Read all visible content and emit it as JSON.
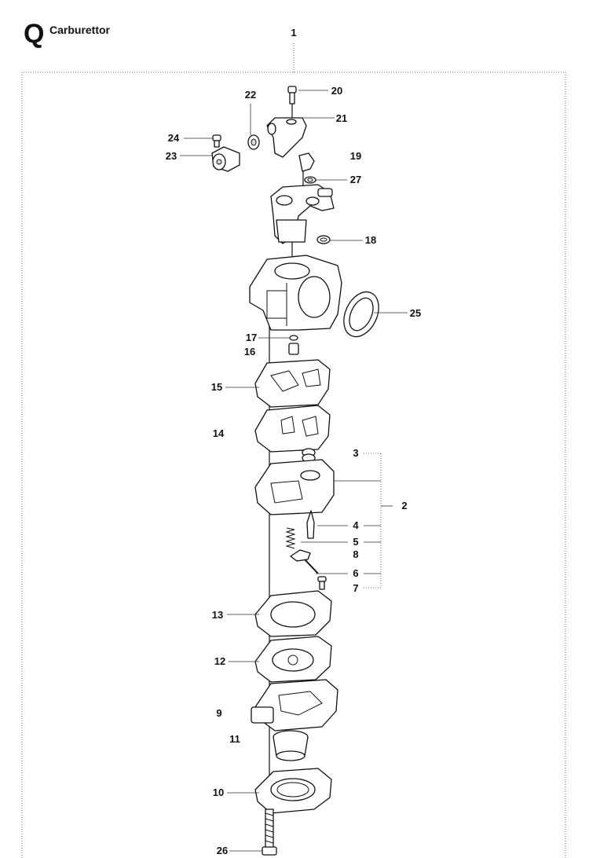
{
  "header": {
    "section_letter": "Q",
    "title": "Carburettor"
  },
  "labels": {
    "p1": "1",
    "p2": "2",
    "p3": "3",
    "p4": "4",
    "p5": "5",
    "p6": "6",
    "p7": "7",
    "p8": "8",
    "p9": "9",
    "p10": "10",
    "p11": "11",
    "p12": "12",
    "p13": "13",
    "p14": "14",
    "p15": "15",
    "p16": "16",
    "p17": "17",
    "p18": "18",
    "p19": "19",
    "p20": "20",
    "p21": "21",
    "p22": "22",
    "p23": "23",
    "p24": "24",
    "p25": "25",
    "p26": "26",
    "p27": "27"
  }
}
